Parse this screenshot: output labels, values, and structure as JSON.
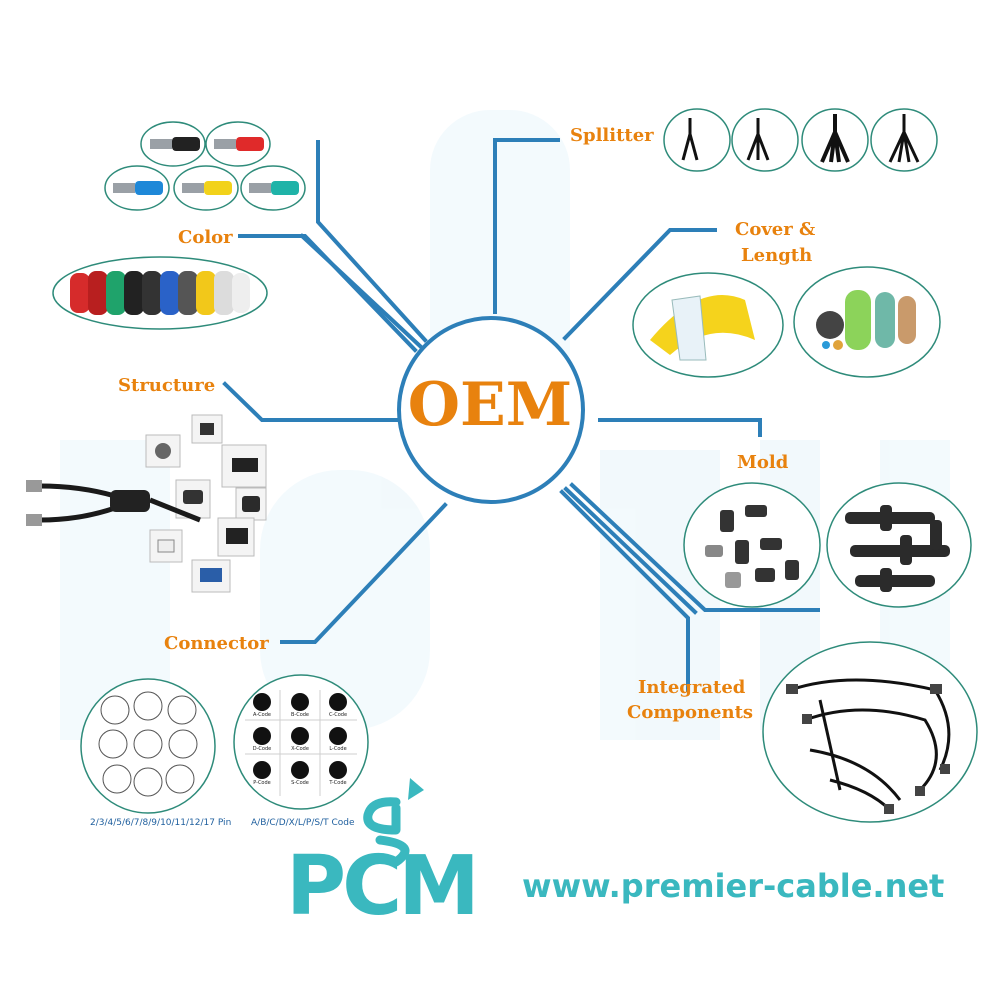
{
  "center": {
    "label": "OEM"
  },
  "branches": {
    "splitter": "Spllitter",
    "cover_length_1": "Cover &",
    "cover_length_2": "Length",
    "color": "Color",
    "structure": "Structure",
    "mold": "Mold",
    "connector": "Connector",
    "integrated_1": "Integrated",
    "integrated_2": "Components"
  },
  "connector_captions": {
    "pins": "2/3/4/5/6/7/8/9/10/11/12/17 Pin",
    "codes": "A/B/C/D/X/L/P/S/T Code"
  },
  "coding": [
    "A-Code",
    "B-Code",
    "C-Code",
    "D-Code",
    "X-Code",
    "L-Code",
    "P-Code",
    "S-Code",
    "T-Code"
  ],
  "brand": {
    "logo": "PCM",
    "url": "www.premier-cable.net"
  },
  "colors": {
    "orange": "#e8820e",
    "blue": "#2d7fb8",
    "teal": "#3ab8bf",
    "oval_border": "#2e8b7a"
  },
  "icons": [
    "cable-connector-icon",
    "cable-spool-icon",
    "splitter-cable-icon",
    "measuring-tape-icon",
    "cable-cross-section-icon",
    "molded-connector-icon",
    "wire-harness-icon",
    "pin-layout-icon",
    "logo-dollar-arrow-icon"
  ]
}
